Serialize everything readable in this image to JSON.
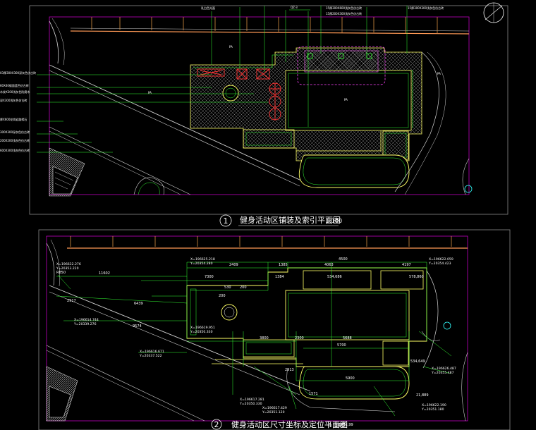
{
  "drawing_1": {
    "number": "1",
    "title": "健身活动区铺装及索引平面图",
    "scale": "1:100",
    "top_labels": [
      "乳白色光面",
      "QZ-3"
    ],
    "top_right_labels": [
      "15厚300X600浅灰色仿古砖",
      "15厚200X300浅灰色仿古砖",
      "15厚300X300浅灰色仿古砖"
    ],
    "left_callouts": [
      "03厚300X300深灰色仿古砖",
      "60X40镂面蓝色仿古砖",
      "木纹X300浅灰色防腐木",
      "深X300浅灰色仿古砖",
      "厚X600花岗岩路缘石",
      "300X300深灰色仿古砖",
      "200X200浅灰色仿古砖",
      "600X300浅灰色仿古砖"
    ],
    "area_tags": [
      "PA",
      "PA",
      "PA",
      "PA"
    ]
  },
  "drawing_2": {
    "number": "2",
    "title": "健身活动区尺寸坐标及定位平面图",
    "scale": "1:100",
    "dimensions": [
      "4500",
      "1385",
      "4063",
      "4197",
      "2409",
      "11602",
      "7300",
      "1384",
      "530",
      "200",
      "6439",
      "200",
      "5688",
      "3800",
      "2300",
      "5700",
      "5900",
      "9574",
      "2917",
      "R850",
      "534,686",
      "534,649",
      "578,860",
      "21,889",
      "1572,99",
      "2913",
      "1571"
    ],
    "coordinates": [
      {
        "x": "X=196632.276",
        "y": "Y=20353.220"
      },
      {
        "x": "X=196625.218",
        "y": "Y=20354.280"
      },
      {
        "x": "X=196619.951",
        "y": "Y=20350.330"
      },
      {
        "x": "X=196614.744",
        "y": "Y=20339.276"
      },
      {
        "x": "X=196616.671",
        "y": "Y=20337.522"
      },
      {
        "x": "X=196617.281",
        "y": "Y=20350.330"
      },
      {
        "x": "X=196617.429",
        "y": "Y=20351.120"
      },
      {
        "x": "X=196622.059",
        "y": "Y=20354.423"
      },
      {
        "x": "X=196622.190",
        "y": "Y=20351.180"
      },
      {
        "x": "X=196626.487",
        "y": "Y=20355.487"
      }
    ]
  }
}
